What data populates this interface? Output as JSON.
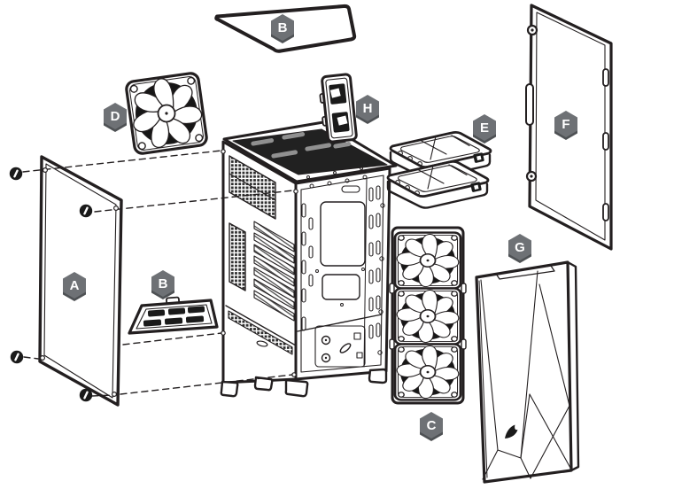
{
  "colors": {
    "line": "#231f20",
    "badge_fill": "#6e7175",
    "badge_shadow": "#4e5154",
    "badge_text": "#ffffff",
    "background": "#ffffff",
    "dark_panel": "#212121"
  },
  "callouts": [
    {
      "label": "B",
      "name": "top-dust-filter"
    },
    {
      "label": "D",
      "name": "rear-exhaust-fan"
    },
    {
      "label": "H",
      "name": "rear-bracket"
    },
    {
      "label": "E",
      "name": "drive-trays"
    },
    {
      "label": "F",
      "name": "right-side-panel"
    },
    {
      "label": "A",
      "name": "left-glass-side-panel"
    },
    {
      "label": "B",
      "name": "bottom-dust-filter"
    },
    {
      "label": "G",
      "name": "front-panel"
    },
    {
      "label": "C",
      "name": "front-fan-assembly"
    }
  ]
}
